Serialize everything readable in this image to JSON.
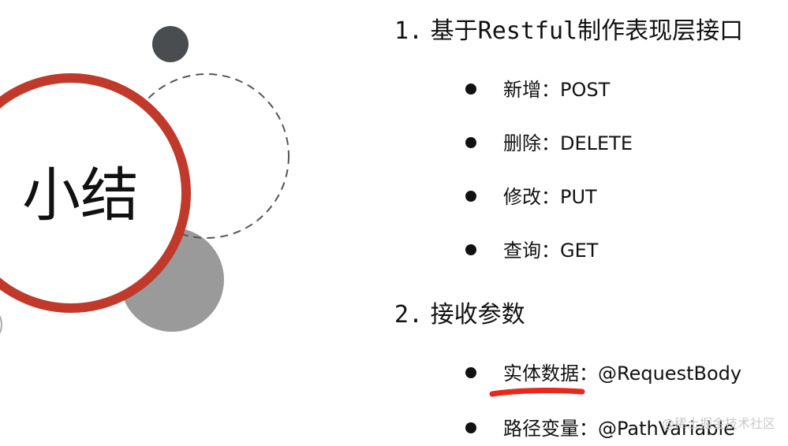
{
  "slide": {
    "title": "小结",
    "sections": [
      {
        "number": "1.",
        "heading": "基于Restful制作表现层接口",
        "items": [
          {
            "label": "新增：",
            "value": "POST"
          },
          {
            "label": "删除：",
            "value": "DELETE"
          },
          {
            "label": "修改：",
            "value": "PUT"
          },
          {
            "label": "查询：",
            "value": "GET"
          }
        ]
      },
      {
        "number": "2.",
        "heading": "接收参数",
        "items": [
          {
            "label": "实体数据：",
            "value": "@RequestBody"
          },
          {
            "label": "路径变量：",
            "value": "@PathVariable"
          }
        ]
      }
    ],
    "watermark": "@稀土掘金技术社区"
  },
  "colors": {
    "accent_ring": "#c0392b",
    "dark_dot": "#4a4d4f",
    "gray_circle": "#9a9a9a",
    "dashed_ring": "#555555",
    "highlight": "#e8281c",
    "text": "#111111"
  }
}
